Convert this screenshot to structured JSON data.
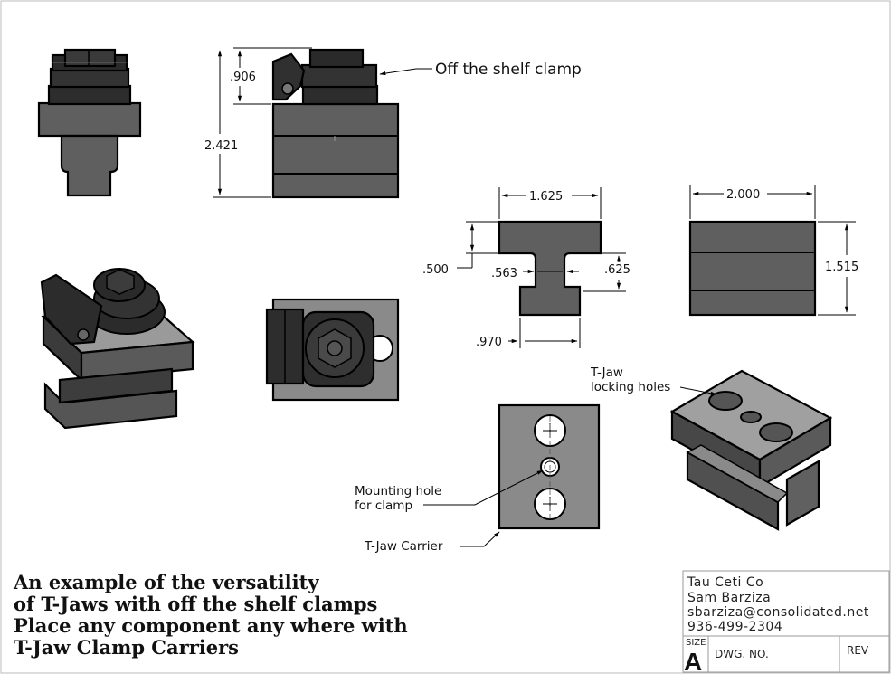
{
  "dimensions": {
    "clamp_height": ".906",
    "overall_height": "2.421",
    "tjaw_width": "1.625",
    "carrier_width": "2.000",
    "head_thickness": ".500",
    "stem_width": ".563",
    "stem_height": ".625",
    "base_width": ".970",
    "carrier_height": "1.515"
  },
  "callouts": {
    "clamp": "Off the shelf clamp",
    "locking_holes_line1": "T-Jaw",
    "locking_holes_line2": "locking holes",
    "mounting_line1": "Mounting hole",
    "mounting_line2": "for clamp",
    "carrier": "T-Jaw Carrier"
  },
  "notes": [
    "An example of the versatility",
    "of T-Jaws with off the shelf clamps",
    "Place any component any where with",
    "T-Jaw Clamp Carriers"
  ],
  "title_block": {
    "company": "Tau Ceti Co",
    "name": "Sam Barziza",
    "email": "sbarziza@consolidated.net",
    "phone": "936-499-2304",
    "size_label": "SIZE",
    "size_value": "A",
    "dwg_label": "DWG.  NO.",
    "rev_label": "REV"
  },
  "colors": {
    "part_fill": "#5f5f5f",
    "part_dark": "#2d2d2d",
    "part_light": "#9a9a9a",
    "line": "#000000"
  }
}
